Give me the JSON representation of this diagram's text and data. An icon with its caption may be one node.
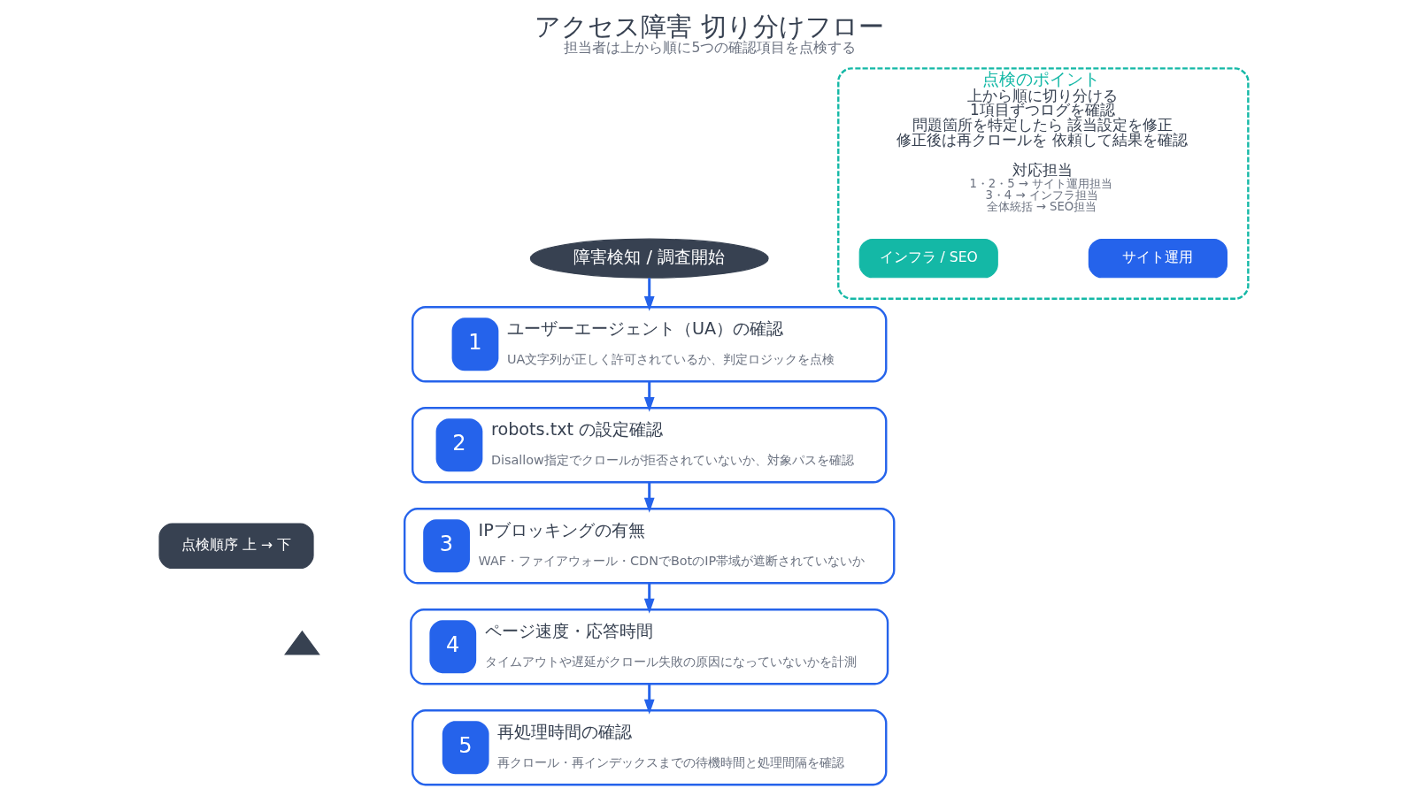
{
  "diagram": {
    "title": "アクセス障害 切り分けフロー",
    "caption": "担当者は上から順に5つの確認項目を点検する",
    "nodes": [
      {
        "text": [
          "障害検知 / 調査開始"
        ]
      },
      {
        "text": [
          "1",
          "ユーザーエージェント（UA）の確認",
          "UA文字列が正しく許可されているか、判定ロジックを点検"
        ]
      },
      {
        "text": [
          "2",
          "robots.txt の設定確認",
          "Disallow指定でクロールが拒否されていないか、対象パスを確認"
        ]
      },
      {
        "text": [
          "3",
          "IPブロッキングの有無",
          "WAF・ファイアウォール・CDNでBotのIP帯域が遮断されていないか"
        ]
      },
      {
        "text": [
          "4",
          "ページ速度・応答時間",
          "タイムアウトや遅延がクロール失敗の原因になっていないかを計測"
        ]
      },
      {
        "text": [
          "5",
          "再処理時間の確認",
          "再クロール・再インデックスまでの待機時間と処理間隔を確認"
        ]
      },
      {
        "text": [
          "点検順序 上 → 下"
        ]
      },
      {
        "text": [],
        "shape": "triangle"
      },
      {
        "text": [
          "点検のポイント",
          "上から順に切り分ける",
          "1項目ずつログを確認",
          "問題箇所を特定したら 該当設定を修正",
          "修正後は再クロールを 依頼して結果を確認",
          "対応担当",
          "1・2・5 → サイト運用担当",
          "3・4 → インフラ担当",
          "全体統括 → SEO担当"
        ]
      },
      {
        "text": [
          "サイト運用"
        ],
        "in": 8
      },
      {
        "text": [
          "インフラ / SEO"
        ],
        "in": 8
      }
    ],
    "edges": [
      {
        "from": 0,
        "to": 1,
        "arrow": "to"
      },
      {
        "from": 1,
        "to": 2,
        "arrow": "to"
      },
      {
        "from": 2,
        "to": 3,
        "arrow": "to"
      },
      {
        "from": 3,
        "to": 4,
        "arrow": "to"
      },
      {
        "from": 4,
        "to": 5,
        "arrow": "to"
      }
    ]
  }
}
